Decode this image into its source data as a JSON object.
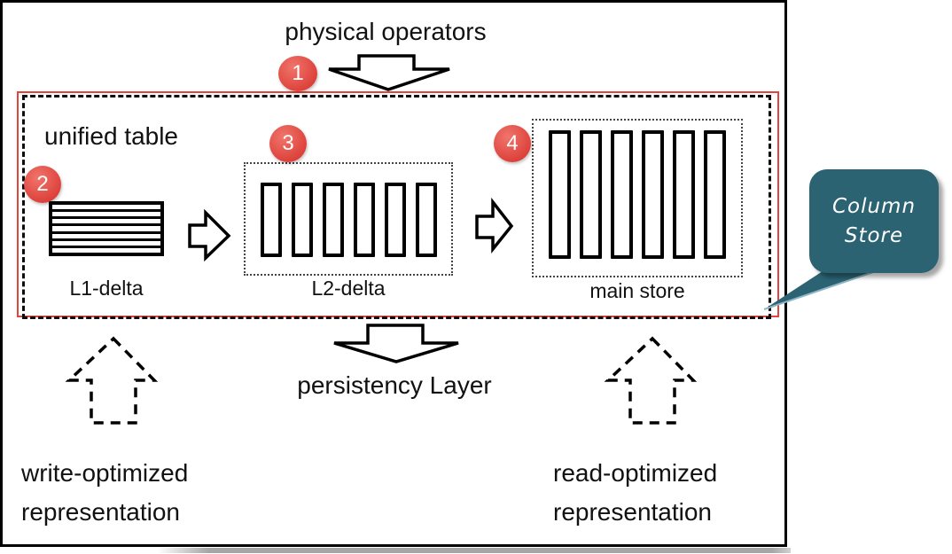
{
  "colors": {
    "accent_red": "#e2453e",
    "callout_teal": "#2b6373",
    "ink": "#111111",
    "shadow_gray": "#a6a6a6"
  },
  "labels": {
    "physical_operators": "physical operators",
    "unified_table": "unified table",
    "persistency_layer": "persistency Layer",
    "write_optimized_line1": "write-optimized",
    "write_optimized_line2": "representation",
    "read_optimized_line1": "read-optimized",
    "read_optimized_line2": "representation"
  },
  "badges": [
    {
      "n": "1"
    },
    {
      "n": "2"
    },
    {
      "n": "3"
    },
    {
      "n": "4"
    }
  ],
  "stores": [
    {
      "label": "L1-delta",
      "kind": "row-store",
      "rows": 7
    },
    {
      "label": "L2-delta",
      "kind": "column-store",
      "bars": 6
    },
    {
      "label": "main store",
      "kind": "column-store",
      "bars": 6
    }
  ],
  "callout": {
    "line1": "Column",
    "line2": "Store"
  }
}
